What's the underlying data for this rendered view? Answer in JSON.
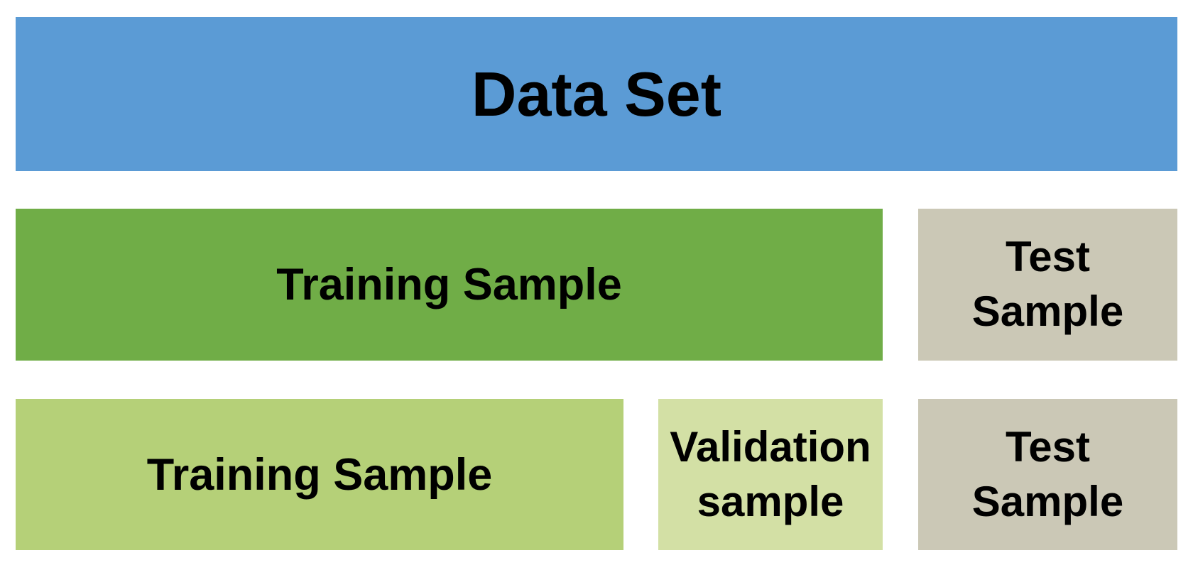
{
  "diagram": {
    "title_box": {
      "label": "Data Set",
      "color": "#5B9BD5"
    },
    "row_train_test": {
      "training": {
        "label": "Training Sample",
        "color": "#70AD47"
      },
      "test": {
        "line1": "Test",
        "line2": "Sample",
        "color": "#CBC8B6"
      }
    },
    "row_train_val_test": {
      "training": {
        "label": "Training Sample",
        "color": "#B5D078"
      },
      "validation": {
        "line1": "Validation",
        "line2": "sample",
        "color": "#D3E0A5"
      },
      "test": {
        "line1": "Test",
        "line2": "Sample",
        "color": "#CBC8B6"
      }
    },
    "text_color": "#000000",
    "background_color": "#FFFFFF"
  }
}
